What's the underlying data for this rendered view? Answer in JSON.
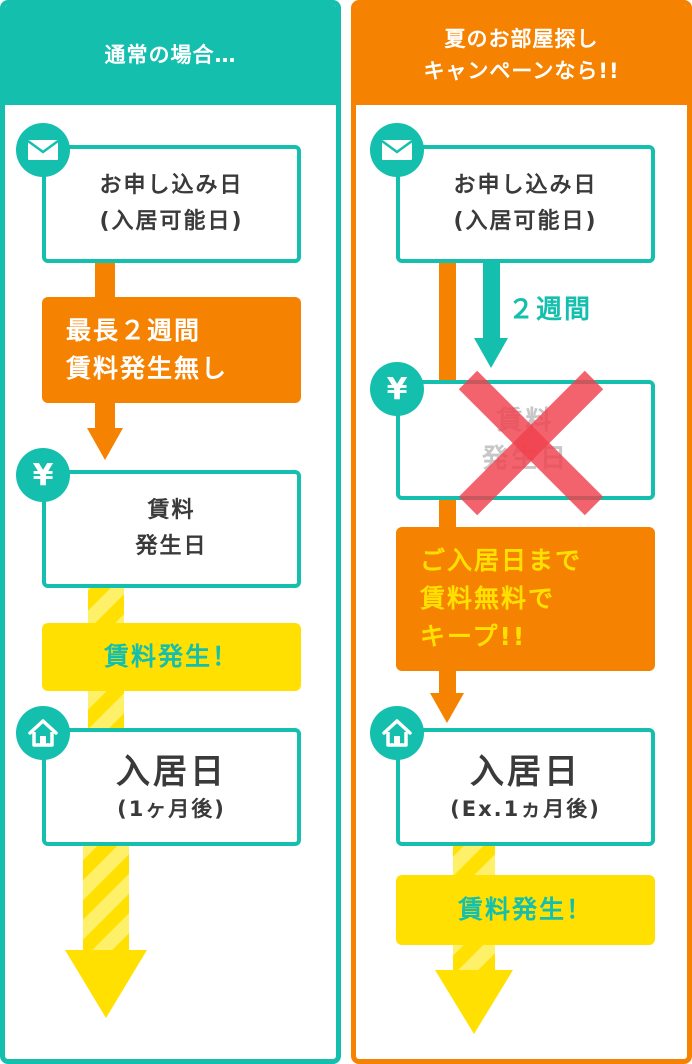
{
  "left": {
    "header": "通常の場合…",
    "apply_line1": "お申し込み日",
    "apply_line2": "(入居可能日)",
    "free_band": "最長２週間\n賃料発生無し",
    "rent_line1": "賃料",
    "rent_line2": "発生日",
    "rent_band": "賃料発生！",
    "move_title": "入居日",
    "move_sub": "(1ヶ月後)"
  },
  "right": {
    "header": "夏のお部屋探し\nキャンペーンなら!!",
    "apply_line1": "お申し込み日",
    "apply_line2": "(入居可能日)",
    "two_weeks": "２週間",
    "crossed_line1": "賃料",
    "crossed_line2": "発生日",
    "keep_band": "ご入居日まで\n賃料無料で\nキープ!!",
    "move_title": "入居日",
    "move_sub": "(Ex.1ヵ月後)",
    "rent_band": "賃料発生！"
  },
  "icons": {
    "mail": "mail-icon",
    "yen": "yen-icon",
    "home": "home-icon",
    "cross": "cross-mark-icon"
  },
  "colors": {
    "teal": "#14bfae",
    "orange": "#f58200",
    "yellow": "#ffe000",
    "red_cross": "#f0414d"
  }
}
